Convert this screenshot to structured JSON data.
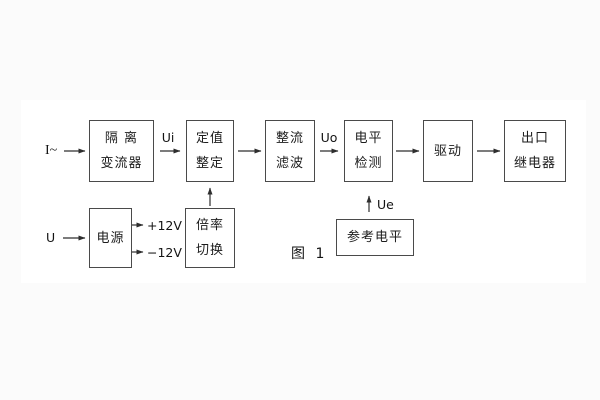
{
  "figure": {
    "caption": "图 1"
  },
  "blocks": {
    "isolation": {
      "line1": "隔 离",
      "line2": "变流器"
    },
    "setting": {
      "line1": "定值",
      "line2": "整定"
    },
    "rectifier_filter": {
      "line1": "整流",
      "line2": "滤波"
    },
    "level_detect": {
      "line1": "电平",
      "line2": "检测"
    },
    "drive": {
      "line1": "驱动"
    },
    "output_relay": {
      "line1": "出口",
      "line2": "继电器"
    },
    "power": {
      "line1": "电源"
    },
    "ratio_switch": {
      "line1": "倍率",
      "line2": "切换"
    },
    "reference_level": {
      "line1": "参考电平"
    }
  },
  "signals": {
    "current_input": "I~",
    "voltage_input": "U",
    "ui": "Ui",
    "uo": "Uo",
    "ue": "Ue",
    "plus_12v": "+12V",
    "minus_12v": "−12V"
  },
  "colors": {
    "line": "#2e2e2e",
    "box_border": "#4a4a4a",
    "background": "#ffffff"
  }
}
